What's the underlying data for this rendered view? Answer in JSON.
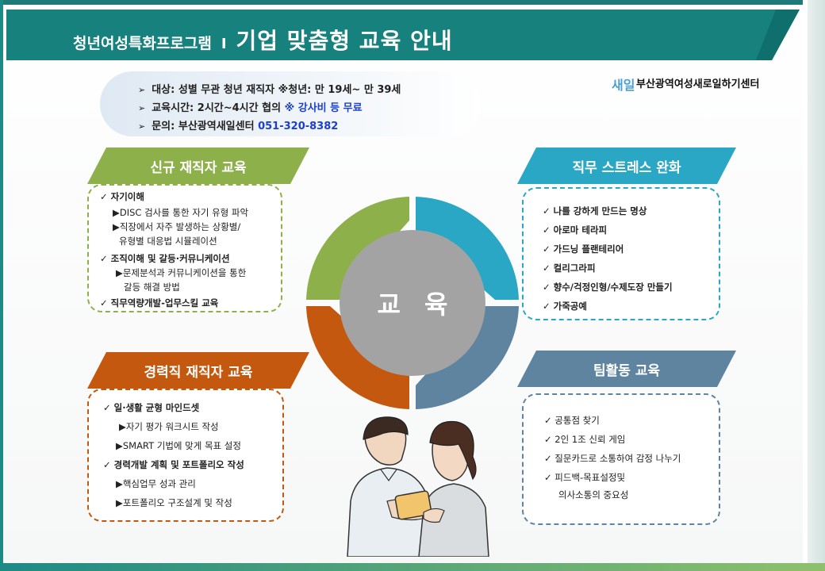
{
  "header": {
    "subtitle": "청년여성특화프로그램",
    "separator": "I",
    "title": "기업 맞춤형 교육 안내"
  },
  "info": {
    "target_prefix": "대상: 성별 무관 청년 재직자 ※청년: 만 19세~ 만 39세",
    "time_prefix": "교육시간: 2시간~4시간 협의 ",
    "time_free": "※ 강사비 등 무료",
    "contact_prefix": "문의: 부산광역새일센터 ",
    "contact_phone": "051-320-8382",
    "bullet": "➢"
  },
  "logo": {
    "mark": "새일",
    "name": "부산광역여성새로일하기센터"
  },
  "center": {
    "label": "교육"
  },
  "colors": {
    "header": "#17817d",
    "green": "#8db04a",
    "teal": "#2aa7c5",
    "orange": "#c4580f",
    "slate": "#5f84a0",
    "center": "#a3a3a3"
  },
  "sections": {
    "new_employee": {
      "title": "신규 재직자 교육",
      "lines": [
        "✓ 자기이해",
        "▶DISC 검사를 통한 자기 유형 파악",
        "▶직장에서 자주 발생하는 상황별/",
        "유형별 대응법 시뮬레이션",
        "✓ 조직이해 및 갈등·커뮤니케이션",
        "▶문제분석과 커뮤니케이션을 통한",
        "갈등 해결 방법",
        "✓ 직무역량개발-업무스킬 교육"
      ]
    },
    "stress": {
      "title": "직무 스트레스 완화",
      "lines": [
        "✓ 나를 강하게 만드는 명상",
        "✓ 아로마 테라피",
        "✓ 가드닝 플랜테리어",
        "✓ 컬리그라피",
        "✓ 향수/걱정인형/수제도장 만들기",
        "✓ 가죽공예"
      ]
    },
    "experienced": {
      "title": "경력직 재직자 교육",
      "lines": [
        "✓ 일·생활 균형 마인드셋",
        "▶자기 평가 워크시트 작성",
        "▶SMART 기법에 맞게 목표 설정",
        "✓ 경력개발 계획 및 포트폴리오 작성",
        "▶핵심업무 성과 관리",
        "▶포트폴리오 구조설계 및 작성"
      ]
    },
    "team": {
      "title": "팀활동 교육",
      "lines": [
        "✓ 공통점 찾기",
        "✓ 2인 1조 신뢰 게임",
        "✓ 질문카드로 소통하여 감정 나누기",
        "✓ 피드백-목표설정및",
        "의사소통의 중요성"
      ]
    }
  }
}
